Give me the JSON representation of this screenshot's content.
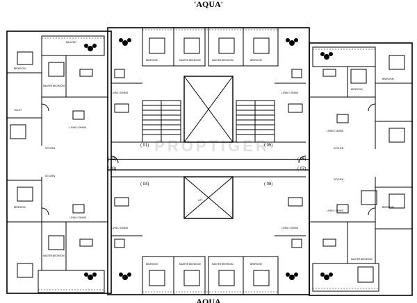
{
  "title": "'AQUA'",
  "bottom_title": "AQUA",
  "watermark": "PROPTIGER",
  "flat_numbers": [
    "( 01)",
    "( 02)",
    "( 03)",
    "( 04)",
    "( 05)",
    "( 06)",
    "( 07)",
    "( 08)"
  ],
  "room_labels": {
    "bedroom": "BEDROOM",
    "master_bedroom": "MASTER BEDROOM",
    "living_dining": "LIVING / DINING",
    "kitchen": "KITCHEN",
    "toilet": "TOILET",
    "balcony": "BALCONY",
    "lift": "LIFT"
  },
  "colors": {
    "line": "#000000",
    "background": "#ffffff"
  }
}
